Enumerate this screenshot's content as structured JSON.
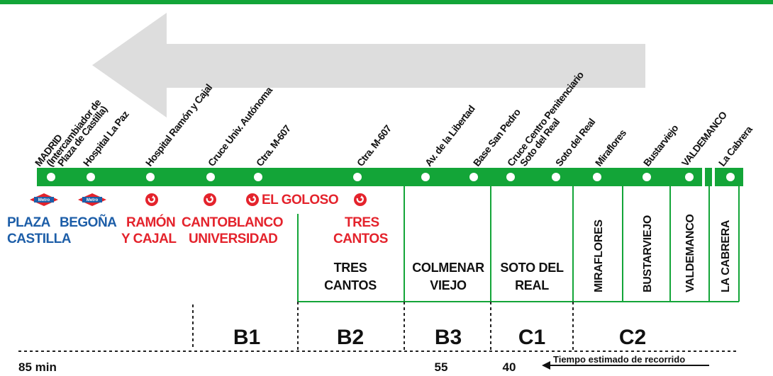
{
  "colors": {
    "line": "#13a538",
    "renfe": "#e4232c",
    "metro": "#1d5ea8",
    "arrow": "#dddddd",
    "text": "#111111"
  },
  "stops": [
    {
      "label": "MADRID"
    },
    {
      "label": "(Intercambiador de"
    },
    {
      "label": "Plaza de Castilla)"
    },
    {
      "label": "Hospital La Paz"
    },
    {
      "label": "Hospital Ramón y Cajal"
    },
    {
      "label": "Cruce Univ. Autónoma"
    },
    {
      "label": "Ctra. M-607"
    },
    {
      "label": "Ctra. M-607"
    },
    {
      "label": "Av. de la Libertad"
    },
    {
      "label": "Base San Pedro"
    },
    {
      "label": "Cruce Centro Penitenciario"
    },
    {
      "label": "Soto del Real"
    },
    {
      "label": "Soto del Real"
    },
    {
      "label": "Miraflores"
    },
    {
      "label": "Bustarviejo"
    },
    {
      "label": "VALDEMANCO"
    },
    {
      "label": "La Cabrera"
    }
  ],
  "connections": {
    "metro_icon": "Metro",
    "metro_names": [
      "PLAZA",
      "CASTILLA",
      "BEGOÑA"
    ],
    "renfe_names": [
      "RAMÓN",
      "Y CAJAL",
      "CANTOBLANCO",
      "UNIVERSIDAD",
      "EL GOLOSO",
      "TRES",
      "CANTOS"
    ]
  },
  "zones": {
    "towns": [
      "TRES",
      "CANTOS",
      "COLMENAR",
      "VIEJO",
      "SOTO DEL",
      "REAL"
    ],
    "vertical_towns": [
      "MIRAFLORES",
      "BUSTARVIEJO",
      "VALDEMANCO",
      "LA CABRERA"
    ],
    "codes": [
      "B1",
      "B2",
      "B3",
      "C1",
      "C2"
    ]
  },
  "times": {
    "total": "85 min",
    "t1": "55",
    "t2": "40",
    "legend": "Tiempo estimado de recorrido"
  }
}
